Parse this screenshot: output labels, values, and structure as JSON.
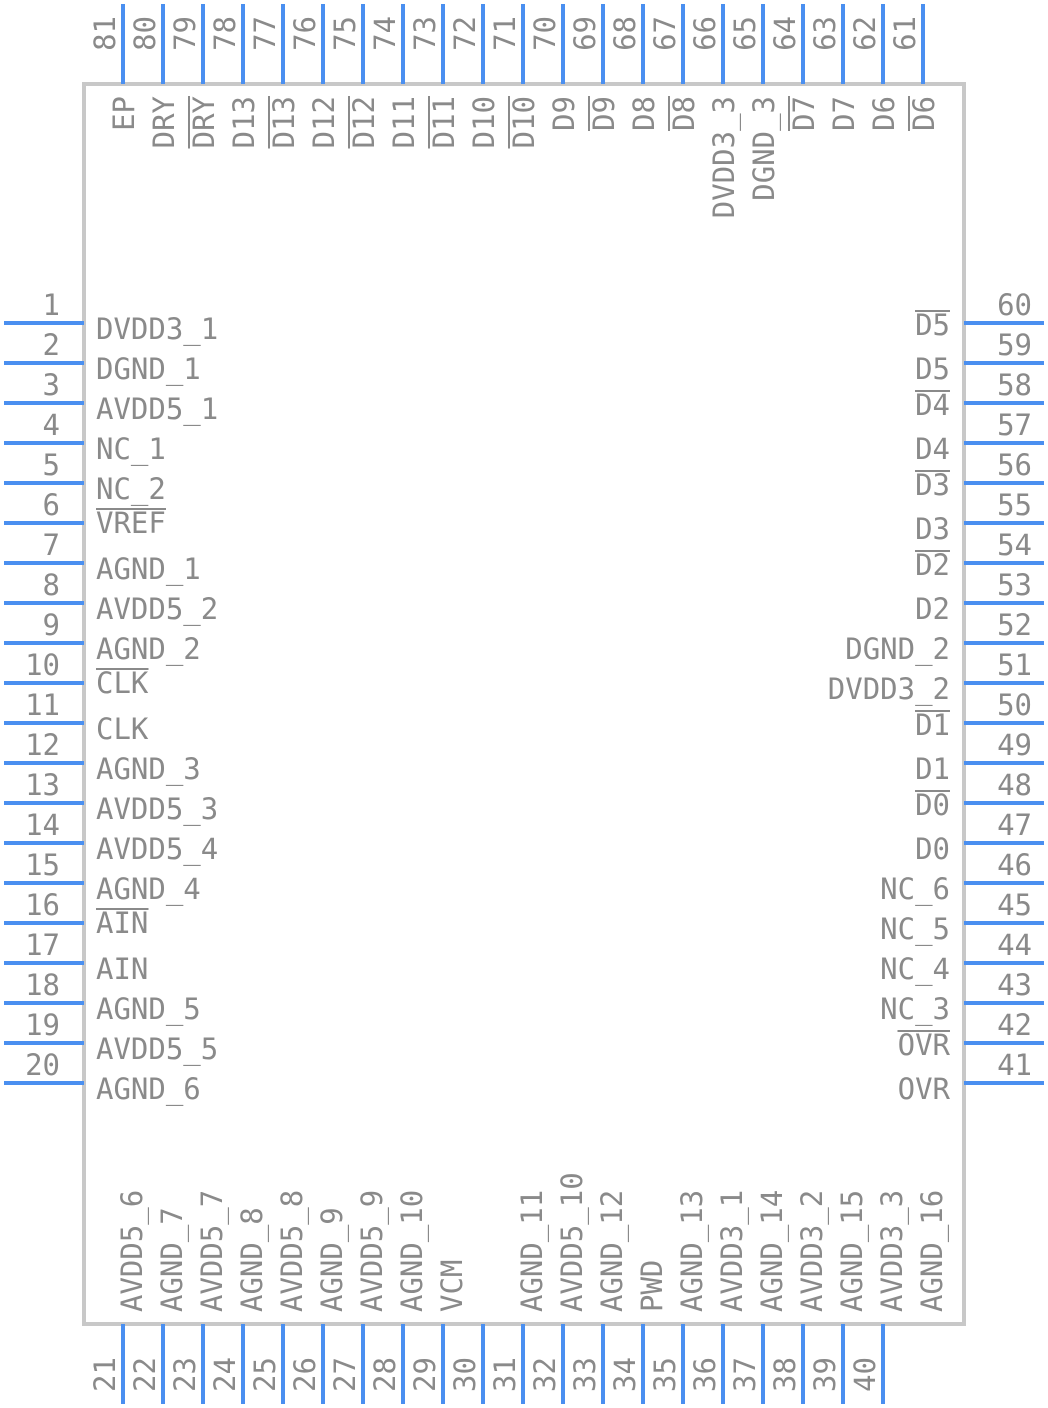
{
  "diagram": {
    "left_pins": [
      {
        "num": "1",
        "label": "DVDD3_1"
      },
      {
        "num": "2",
        "label": "DGND_1"
      },
      {
        "num": "3",
        "label": "AVDD5_1"
      },
      {
        "num": "4",
        "label": "NC_1"
      },
      {
        "num": "5",
        "label": "NC_2"
      },
      {
        "num": "6",
        "label": "VREF",
        "overline": true
      },
      {
        "num": "7",
        "label": "AGND_1"
      },
      {
        "num": "8",
        "label": "AVDD5_2"
      },
      {
        "num": "9",
        "label": "AGND_2"
      },
      {
        "num": "10",
        "label": "CLK",
        "overline": true
      },
      {
        "num": "11",
        "label": "CLK"
      },
      {
        "num": "12",
        "label": "AGND_3"
      },
      {
        "num": "13",
        "label": "AVDD5_3"
      },
      {
        "num": "14",
        "label": "AVDD5_4"
      },
      {
        "num": "15",
        "label": "AGND_4"
      },
      {
        "num": "16",
        "label": "AIN",
        "overline": true
      },
      {
        "num": "17",
        "label": "AIN"
      },
      {
        "num": "18",
        "label": "AGND_5"
      },
      {
        "num": "19",
        "label": "AVDD5_5"
      },
      {
        "num": "20",
        "label": "AGND_6"
      }
    ],
    "bottom_pins": [
      {
        "num": "21",
        "label": "AVDD5_6"
      },
      {
        "num": "22",
        "label": "AGND_7"
      },
      {
        "num": "23",
        "label": "AVDD5_7"
      },
      {
        "num": "24",
        "label": "AGND_8"
      },
      {
        "num": "25",
        "label": "AVDD5_8"
      },
      {
        "num": "26",
        "label": "AGND_9"
      },
      {
        "num": "27",
        "label": "AVDD5_9"
      },
      {
        "num": "28",
        "label": "AGND_10"
      },
      {
        "num": "29",
        "label": "VCM"
      },
      {
        "num": "30",
        "label": ""
      },
      {
        "num": "31",
        "label": "AGND_11"
      },
      {
        "num": "32",
        "label": "AVDD5_10"
      },
      {
        "num": "33",
        "label": "AGND_12"
      },
      {
        "num": "34",
        "label": "PWD"
      },
      {
        "num": "35",
        "label": "AGND_13"
      },
      {
        "num": "36",
        "label": "AVDD3_1"
      },
      {
        "num": "37",
        "label": "AGND_14"
      },
      {
        "num": "38",
        "label": "AVDD3_2"
      },
      {
        "num": "39",
        "label": "AGND_15"
      },
      {
        "num": "40",
        "label": "AVDD3_3"
      },
      {
        "num": "",
        "label": "AGND_16"
      }
    ],
    "right_pins": [
      {
        "num": "60",
        "label": "D5",
        "overline": true
      },
      {
        "num": "59",
        "label": "D5"
      },
      {
        "num": "58",
        "label": "D4",
        "overline": true
      },
      {
        "num": "57",
        "label": "D4"
      },
      {
        "num": "56",
        "label": "D3",
        "overline": true
      },
      {
        "num": "55",
        "label": "D3"
      },
      {
        "num": "54",
        "label": "D2",
        "overline": true
      },
      {
        "num": "53",
        "label": "D2"
      },
      {
        "num": "52",
        "label": "DGND_2"
      },
      {
        "num": "51",
        "label": "DVDD3_2"
      },
      {
        "num": "50",
        "label": "D1",
        "overline": true
      },
      {
        "num": "49",
        "label": "D1"
      },
      {
        "num": "48",
        "label": "D0",
        "overline": true
      },
      {
        "num": "47",
        "label": "D0"
      },
      {
        "num": "46",
        "label": "NC_6"
      },
      {
        "num": "45",
        "label": "NC_5"
      },
      {
        "num": "44",
        "label": "NC_4"
      },
      {
        "num": "43",
        "label": "NC_3"
      },
      {
        "num": "42",
        "label": "OVR",
        "overline": true
      },
      {
        "num": "41",
        "label": "OVR"
      }
    ],
    "top_pins": [
      {
        "num": "81",
        "label": "EP"
      },
      {
        "num": "80",
        "label": "DRY"
      },
      {
        "num": "79",
        "label": "DRY",
        "overline": true
      },
      {
        "num": "78",
        "label": "D13"
      },
      {
        "num": "77",
        "label": "D13",
        "overline": true
      },
      {
        "num": "76",
        "label": "D12"
      },
      {
        "num": "75",
        "label": "D12",
        "overline": true
      },
      {
        "num": "74",
        "label": "D11"
      },
      {
        "num": "73",
        "label": "D11",
        "overline": true
      },
      {
        "num": "72",
        "label": "D10"
      },
      {
        "num": "71",
        "label": "D10",
        "overline": true
      },
      {
        "num": "70",
        "label": "D9"
      },
      {
        "num": "69",
        "label": "D9",
        "overline": true
      },
      {
        "num": "68",
        "label": "D8"
      },
      {
        "num": "67",
        "label": "D8",
        "overline": true
      },
      {
        "num": "66",
        "label": "DVDD3_3"
      },
      {
        "num": "65",
        "label": "DGND_3"
      },
      {
        "num": "64",
        "label": "D7",
        "overline": true
      },
      {
        "num": "63",
        "label": "D7"
      },
      {
        "num": "62",
        "label": "D6"
      },
      {
        "num": "61",
        "label": "D6",
        "overline": true
      }
    ],
    "colors": {
      "pin": "#4a8ff0",
      "text": "#8a8a8a",
      "body_stroke": "#c8c8c8"
    }
  }
}
